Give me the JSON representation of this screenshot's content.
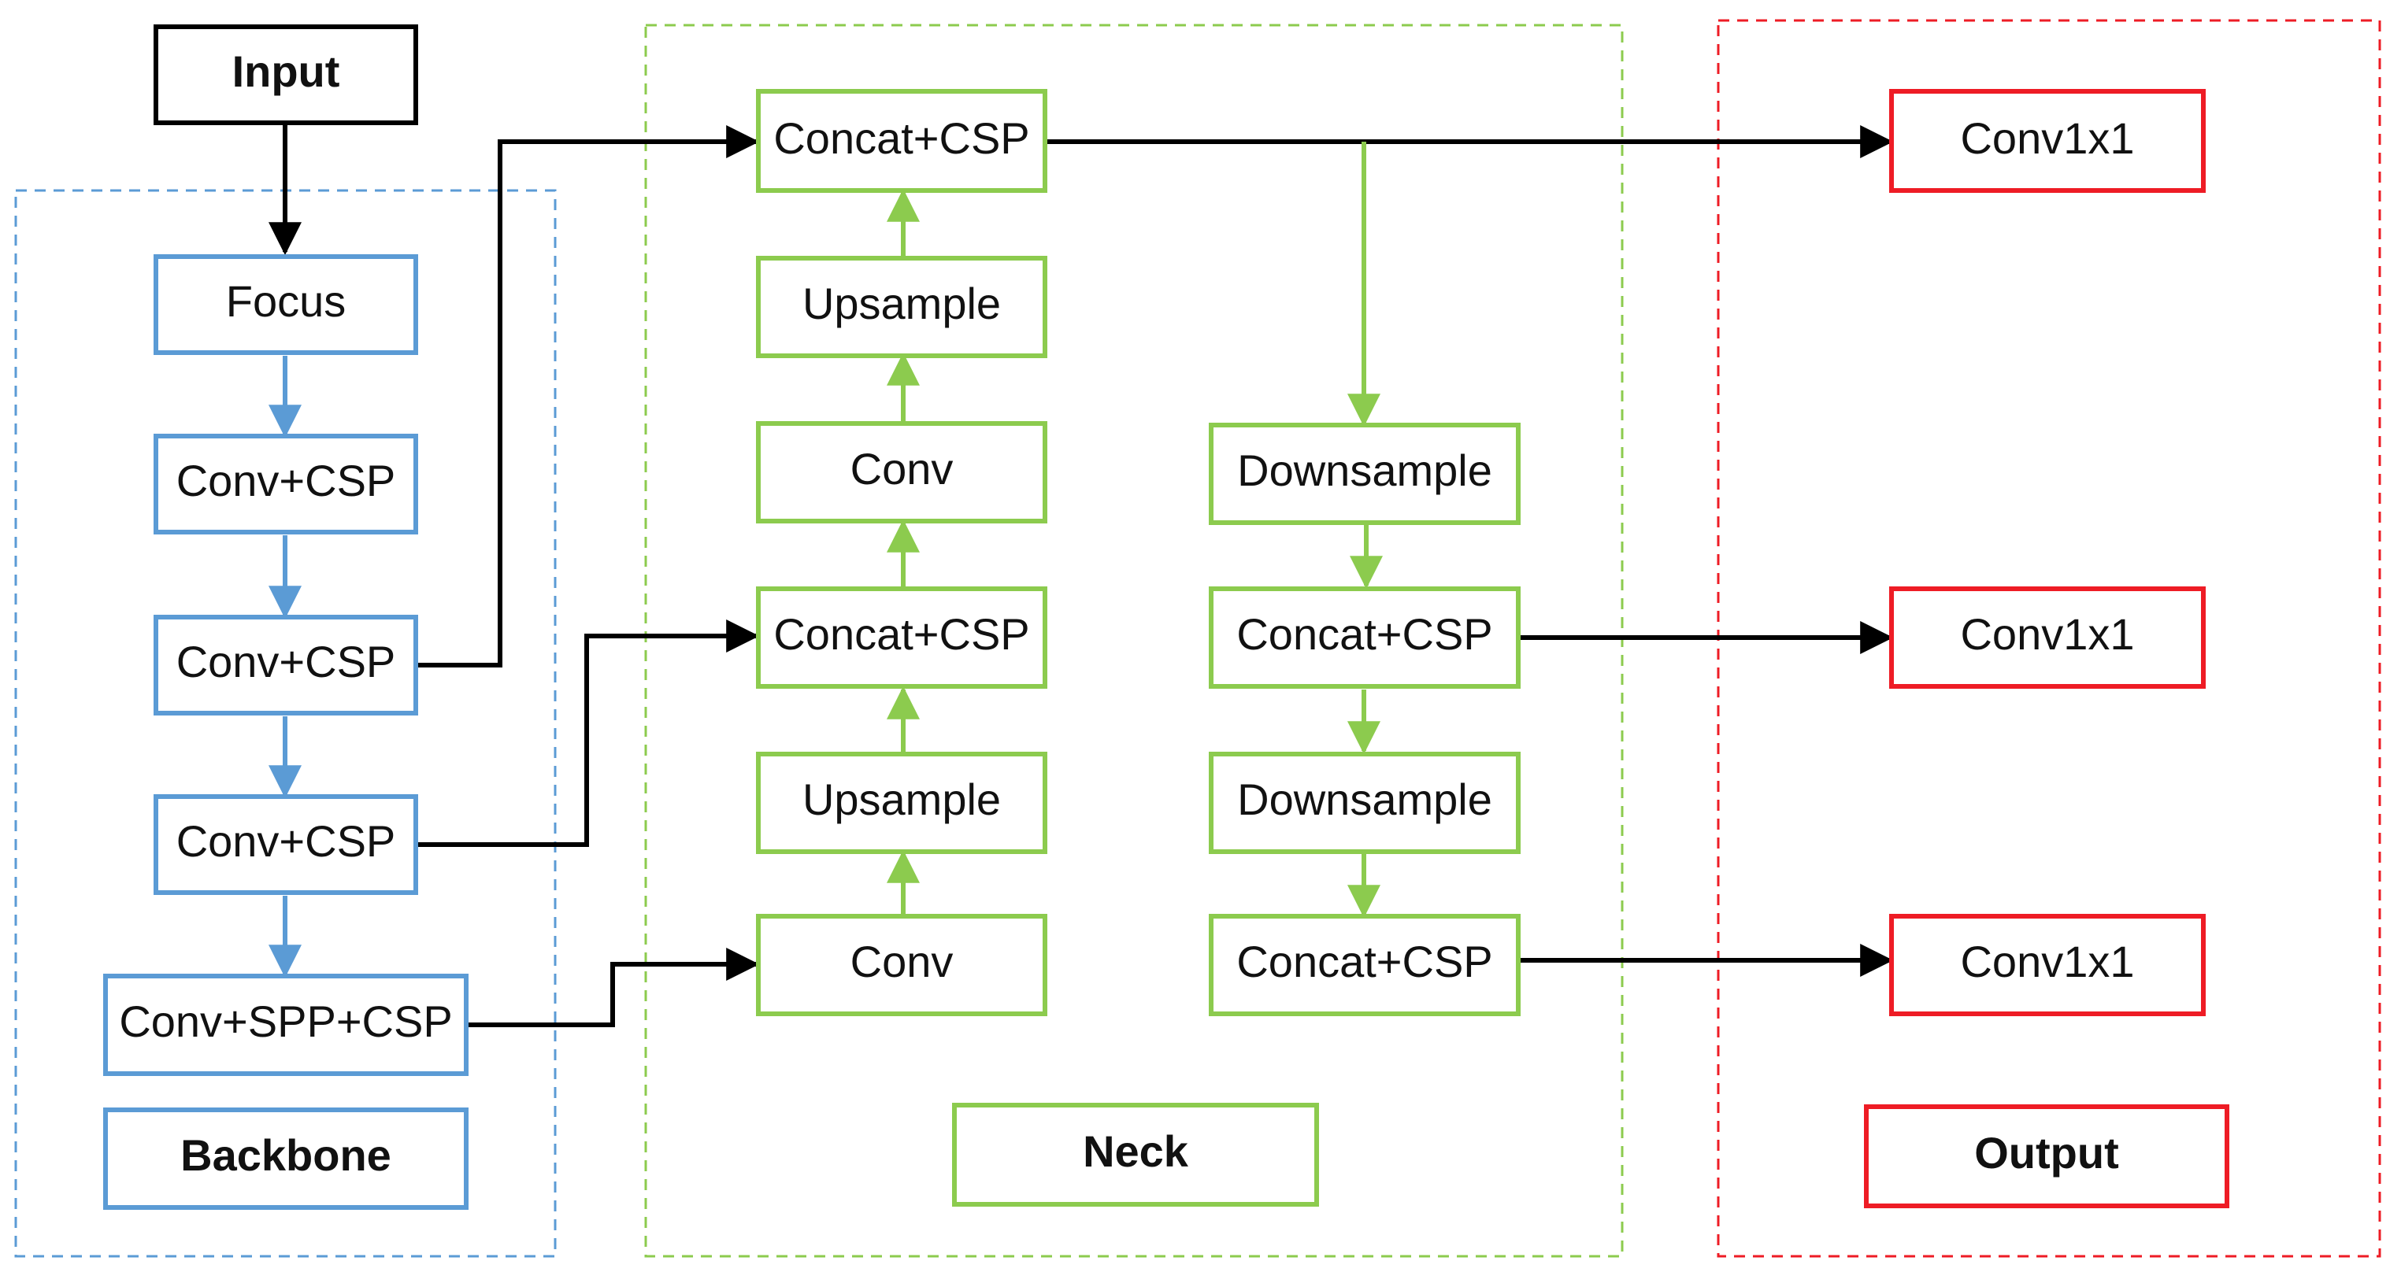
{
  "colors": {
    "backbone": "#5B9BD5",
    "neck": "#8CCB4E",
    "output": "#EE1C25",
    "black": "#000000"
  },
  "input": {
    "label": "Input"
  },
  "backbone": {
    "title": "Backbone",
    "nodes": [
      "Focus",
      "Conv+CSP",
      "Conv+CSP",
      "Conv+CSP",
      "Conv+SPP+CSP"
    ]
  },
  "neck": {
    "title": "Neck",
    "left_column": [
      "Concat+CSP",
      "Upsample",
      "Conv",
      "Concat+CSP",
      "Upsample",
      "Conv"
    ],
    "right_column": [
      "Downsample",
      "Concat+CSP",
      "Downsample",
      "Concat+CSP"
    ]
  },
  "output": {
    "title": "Output",
    "nodes": [
      "Conv1x1",
      "Conv1x1",
      "Conv1x1"
    ]
  }
}
